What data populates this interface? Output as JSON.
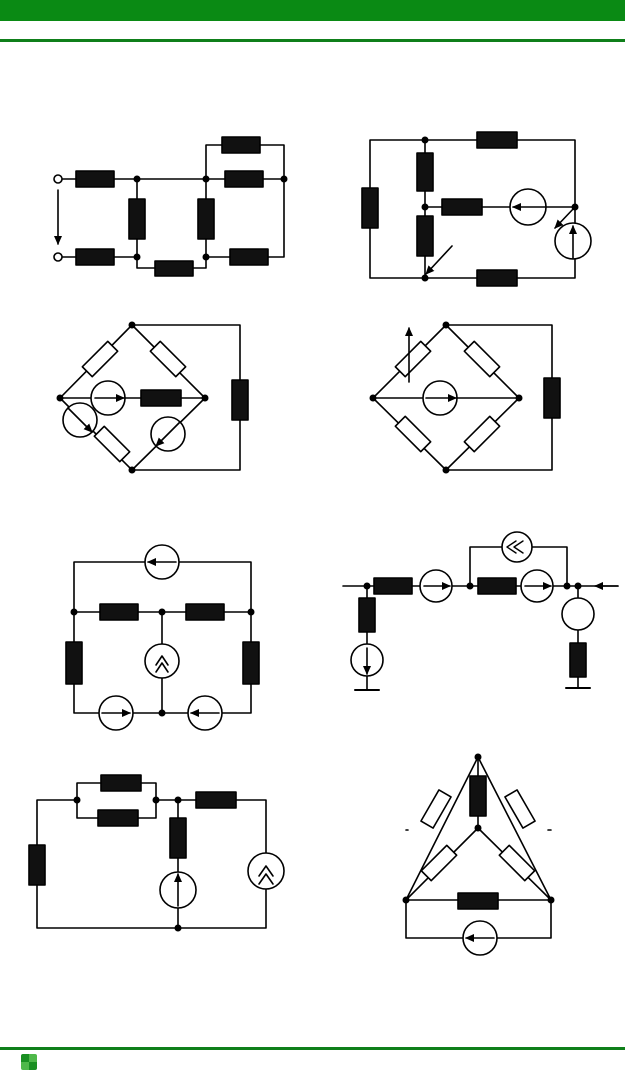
{
  "colors": {
    "header_green": "#0a8a14",
    "rule_green": "#0f7f1a",
    "line": "#000000",
    "resistor_fill": "#111111",
    "background": "#ffffff"
  },
  "header": {
    "icon": "green-square-logo-icon"
  },
  "diagrams": [
    {
      "name": "circuit-ladder-network",
      "kind": "resistor network with input terminals"
    },
    {
      "name": "circuit-with-sources-right",
      "kind": "resistors with two current sources"
    },
    {
      "name": "circuit-bridge-left",
      "kind": "bridge with current sources"
    },
    {
      "name": "circuit-bridge-right",
      "kind": "bridge with variable resistor"
    },
    {
      "name": "circuit-loop-sources",
      "kind": "loop with four current sources"
    },
    {
      "name": "circuit-series-chain",
      "kind": "series chain with grounded branches"
    },
    {
      "name": "circuit-parallel-branch",
      "kind": "parallel resistors with sources"
    },
    {
      "name": "circuit-triangle-bridge",
      "kind": "triangle bridge with source"
    }
  ]
}
